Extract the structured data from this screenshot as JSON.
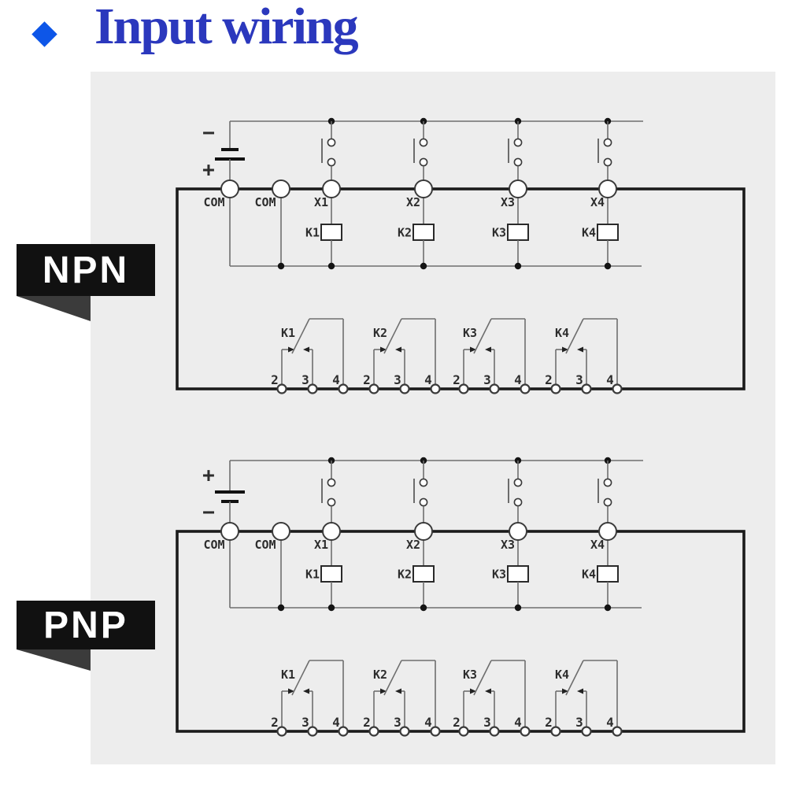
{
  "title": {
    "text": "Input wiring"
  },
  "colors": {
    "accent_diamond": "#0d56e8",
    "title_blue": "#2b38bd",
    "panel_bg": "#ededed",
    "ribbon_bg": "#111111",
    "ribbon_fold": "#3b3b3b",
    "wire_gray": "#6e6e6e",
    "ink_dark": "#1b1b1b",
    "label_gray": "#2d2d2d"
  },
  "sections": [
    {
      "label": "NPN",
      "battery": {
        "top": "−",
        "bottom": "+"
      },
      "terminals": [
        "COM",
        "COM",
        "X1",
        "X2",
        "X3",
        "X4"
      ],
      "coils": [
        "K1",
        "K2",
        "K3",
        "K4"
      ],
      "relays": [
        {
          "label": "K1",
          "pins": [
            "2",
            "3",
            "4"
          ]
        },
        {
          "label": "K2",
          "pins": [
            "2",
            "3",
            "4"
          ]
        },
        {
          "label": "K3",
          "pins": [
            "2",
            "3",
            "4"
          ]
        },
        {
          "label": "K4",
          "pins": [
            "2",
            "3",
            "4"
          ]
        }
      ]
    },
    {
      "label": "PNP",
      "battery": {
        "top": "+",
        "bottom": "−"
      },
      "terminals": [
        "COM",
        "COM",
        "X1",
        "X2",
        "X3",
        "X4"
      ],
      "coils": [
        "K1",
        "K2",
        "K3",
        "K4"
      ],
      "relays": [
        {
          "label": "K1",
          "pins": [
            "2",
            "3",
            "4"
          ]
        },
        {
          "label": "K2",
          "pins": [
            "2",
            "3",
            "4"
          ]
        },
        {
          "label": "K3",
          "pins": [
            "2",
            "3",
            "4"
          ]
        },
        {
          "label": "K4",
          "pins": [
            "2",
            "3",
            "4"
          ]
        }
      ]
    }
  ]
}
